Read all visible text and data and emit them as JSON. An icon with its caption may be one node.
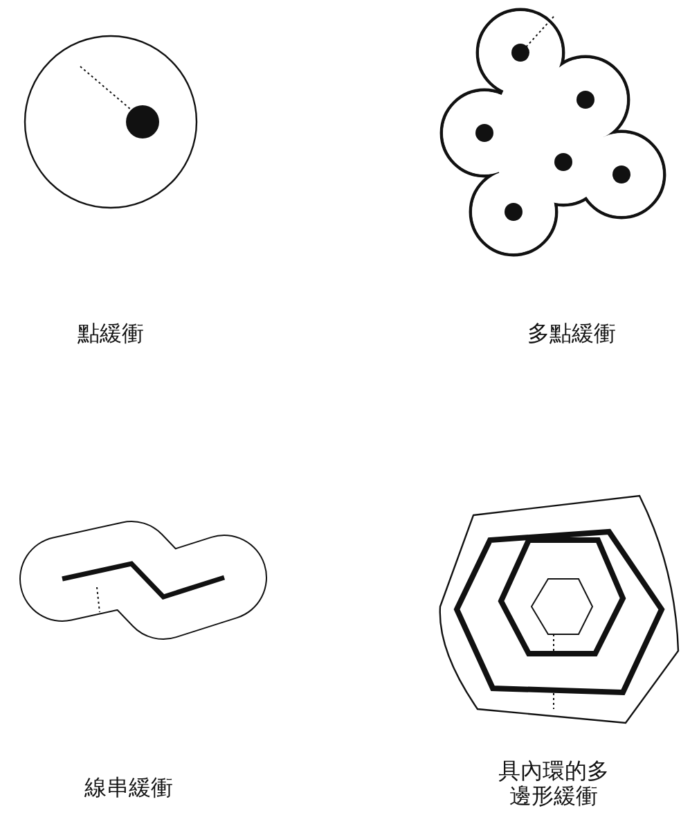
{
  "diagram": {
    "labels": [
      "點緩衝",
      "多點緩衝",
      "線串緩衝",
      "具內環的多邊形緩衝"
    ]
  }
}
